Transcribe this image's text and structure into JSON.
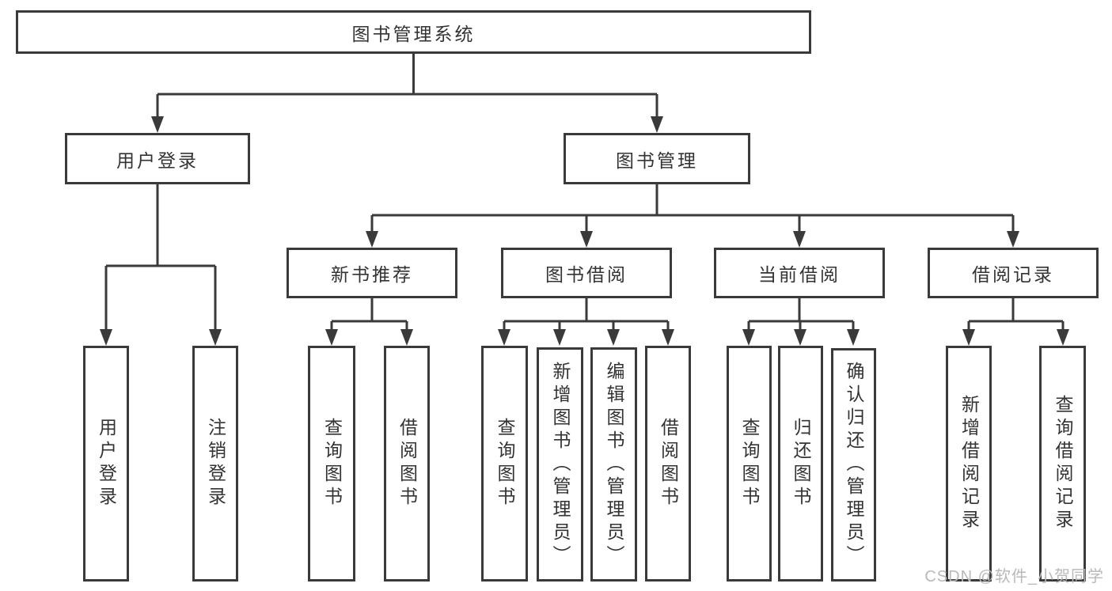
{
  "diagram": {
    "tree": {
      "root": {
        "label": "图书管理系统",
        "children": [
          {
            "label": "用户登录",
            "children": [
              {
                "label": "用户登录"
              },
              {
                "label": "注销登录"
              }
            ]
          },
          {
            "label": "图书管理",
            "children": [
              {
                "label": "新书推荐",
                "children": [
                  {
                    "label": "查询图书"
                  },
                  {
                    "label": "借阅图书"
                  }
                ]
              },
              {
                "label": "图书借阅",
                "children": [
                  {
                    "label": "查询图书"
                  },
                  {
                    "label": "新增图书（管理员）"
                  },
                  {
                    "label": "编辑图书（管理员）"
                  },
                  {
                    "label": "借阅图书"
                  }
                ]
              },
              {
                "label": "当前借阅",
                "children": [
                  {
                    "label": "查询图书"
                  },
                  {
                    "label": "归还图书"
                  },
                  {
                    "label": "确认归还（管理员）"
                  }
                ]
              },
              {
                "label": "借阅记录",
                "children": [
                  {
                    "label": "新增借阅记录"
                  },
                  {
                    "label": "查询借阅记录"
                  }
                ]
              }
            ]
          }
        ]
      }
    },
    "colors": {
      "line": "#3a3a3a",
      "text": "#333333",
      "background": "#ffffff",
      "watermark": "#b9b9b9"
    }
  },
  "watermark": {
    "text": "CSDN @软件_小贺同学"
  }
}
